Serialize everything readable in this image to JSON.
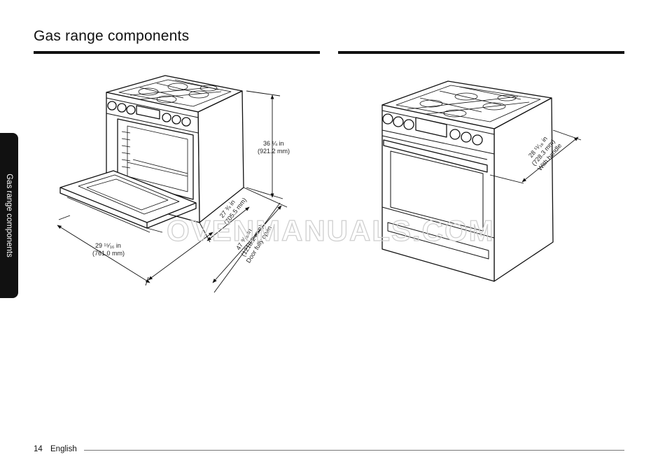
{
  "page": {
    "title": "Gas range components",
    "side_tab": "Gas range components",
    "page_number": "14",
    "language": "English"
  },
  "dimensions": {
    "height": {
      "imperial": "36 ¼ in",
      "metric": "(921.2 mm)"
    },
    "width": {
      "imperial": "29 ¹⁵⁄₁₆ in",
      "metric": "(761.0 mm)"
    },
    "depth": {
      "imperial": "27 ¾ in",
      "metric": "(705.5 mm)"
    },
    "depth_open": {
      "imperial": "47 ⁹⁄₁₆ in",
      "metric": "(1218.2 mm)",
      "note": "Door fully open"
    },
    "depth_handle": {
      "imperial": "28 ¹¹⁄₁₆ in",
      "metric": "(728.3 mm)",
      "note": "With handle"
    }
  },
  "watermark": "OVENMANUALS.COM"
}
